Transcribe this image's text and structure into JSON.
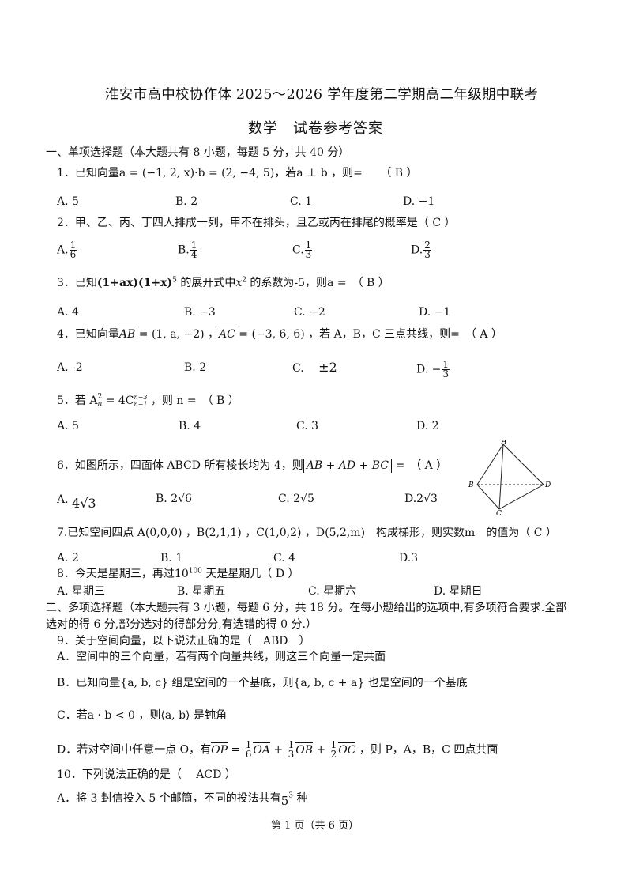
{
  "header": {
    "title": "淮安市高中校协作体 2025～2026 学年度第二学期高二年级期中联考",
    "subtitle": "数学　试卷参考答案"
  },
  "section1": {
    "heading": "一、单项选择题（本大题共有 8 小题，每题 5 分，共 40 分）"
  },
  "q1": {
    "stem_prefix": "1．已知向量",
    "vec_a": "a = (−1, 2, x)",
    "sep": "·",
    "vec_b": "b = (2, −4, 5)",
    "cond": "，若a ⊥ b ，则=",
    "answer": "（ B ）",
    "opts": [
      "A. 5",
      "B. 2",
      "C. 1",
      "D. −1"
    ]
  },
  "q2": {
    "stem": "2．甲、乙、丙、丁四人排成一列，甲不在排头，且乙或丙在排尾的概率是（ C ）",
    "opts": [
      {
        "label": "A.",
        "n": "1",
        "d": "6"
      },
      {
        "label": "B.",
        "n": "1",
        "d": "4"
      },
      {
        "label": "C.",
        "n": "1",
        "d": "3"
      },
      {
        "label": "D.",
        "n": "2",
        "d": "3"
      }
    ]
  },
  "q3": {
    "stem_prefix": "3．已知",
    "expr": "(1+ax)(1+x)",
    "exp5": "5",
    "mid": " 的展开式中",
    "term": "x",
    "exp2": "2",
    "tail": " 的系数为-5，则a =　（ B ）",
    "opts": [
      "A. 4",
      "B. −3",
      "C. −2",
      "D. −1"
    ]
  },
  "q4": {
    "stem_prefix": "4．已知向量",
    "ab": "AB",
    "ab_val": " = (1, a, −2) ，",
    "ac": "AC",
    "ac_val": " = (−3, 6, 6) ，若 A，B，C 三点共线，则=　（ A ）",
    "opts": [
      "A.  -2",
      "B.  2",
      "C.",
      "±2",
      "D. −"
    ],
    "optD_frac": {
      "n": "1",
      "d": "3"
    }
  },
  "q5": {
    "stem_prefix": "5．若 A",
    "a_sub": "n",
    "a_sup": "2",
    "mid": " = 4C",
    "c_sub": "n−1",
    "c_sup": "n−3",
    "tail": " ，则 n =　（ B ）",
    "opts": [
      "A. 5",
      "B. 4",
      "C. 3",
      "D. 2"
    ]
  },
  "q6": {
    "stem_prefix": "6．如图所示，四面体 ABCD 所有棱长均为 4，则",
    "abs_expr": "AB + AD + BC",
    "tail": " =　（ A ）",
    "opts": [
      "A.",
      "4√3",
      "B. 2√6",
      "C. 2√5",
      "D.2√3"
    ],
    "fig_labels": [
      "A",
      "B",
      "C",
      "D"
    ]
  },
  "q7": {
    "stem": "7.已知空间四点 A(0,0,0) ，B(2,1,1) ，C(1,0,2) ，D(5,2,m)　构成梯形，则实数m　的值为（ C ）",
    "opts": [
      "A.  2",
      "B.  1",
      "C. 4",
      "D.3"
    ]
  },
  "q8": {
    "stem_prefix": "8．今天是星期三，再过10",
    "exp": "100",
    "tail": " 天是星期几（ D ）",
    "opts": [
      "A. 星期三",
      "B. 星期五",
      "C. 星期六",
      "D. 星期日"
    ]
  },
  "section2": {
    "line1": "二、多项选择题（本大题共有 3 小题，每题 6 分，共 18 分。在每小题给出的选项中,有多项符合要求.全部",
    "line2": "选对的得 6 分,部分选对的得部分分,有选错的得 0 分.）"
  },
  "q9": {
    "stem": "9．关于空间向量，以下说法正确的是（　ABD　）",
    "a": "A．空间中的三个向量，若有两个向量共线，则这三个向量一定共面",
    "b": "B．已知向量{a, b, c} 组是空间的一个基底，则{a, b, c + a} 也是空间的一个基底",
    "c": "C．若a · b < 0 ，则⟨a, b⟩ 是钝角",
    "d_prefix": "D．若对空间中任意一点 O，有",
    "op": "OP",
    "oa": "OA",
    "ob": "OB",
    "oc": "OC",
    "f1": {
      "n": "1",
      "d": "6"
    },
    "f2": {
      "n": "1",
      "d": "3"
    },
    "f3": {
      "n": "1",
      "d": "2"
    },
    "d_tail": " ，则 P，A，B，C 四点共面"
  },
  "q10": {
    "stem": "10．下列说法正确的是（　 ACD ）",
    "a_prefix": "A．将 3 封信投入 5 个邮筒，不同的投法共有",
    "a_val": "5",
    "a_exp": "3",
    "a_tail": " 种"
  },
  "footer": {
    "page": "第 1 页（共 6 页）"
  }
}
